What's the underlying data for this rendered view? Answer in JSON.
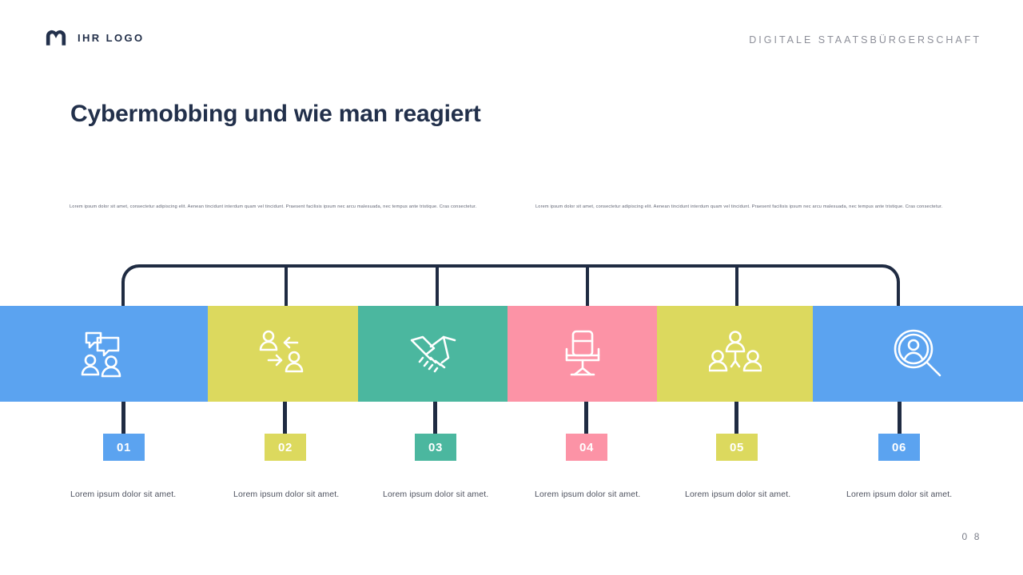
{
  "header": {
    "logo_icon": "logo-m-mark",
    "logo_text": "IHR LOGO",
    "right_label": "DIGITALE STAATSBÜRGERSCHAFT"
  },
  "title": "Cybermobbing und wie man reagiert",
  "intro_paragraphs": [
    "Lorem ipsum dolor sit amet, consectetur adipiscing elit. Aenean tincidunt interdum quam vel tincidunt. Praesent facilisis ipsum nec arcu malesuada, nec tempus ante tristique. Cras consectetur.",
    "Lorem ipsum dolor sit amet, consectetur adipiscing elit. Aenean tincidunt interdum quam vel tincidunt. Praesent facilisis ipsum nec arcu malesuada, nec tempus ante tristique. Cras consectetur."
  ],
  "colors": {
    "blue": "#5BA3F0",
    "yellow": "#DCD95E",
    "teal": "#4BB79F",
    "pink": "#FC93A6",
    "dark": "#1F2B42",
    "title": "#22304B"
  },
  "steps": [
    {
      "number": "01",
      "color": "#5BA3F0",
      "icon": "people-chat-icon",
      "caption": "Lorem ipsum dolor sit amet."
    },
    {
      "number": "02",
      "color": "#DCD95E",
      "icon": "people-exchange-icon",
      "caption": "Lorem ipsum dolor sit amet."
    },
    {
      "number": "03",
      "color": "#4BB79F",
      "icon": "handshake-icon",
      "caption": "Lorem ipsum dolor sit amet."
    },
    {
      "number": "04",
      "color": "#FC93A6",
      "icon": "office-chair-icon",
      "caption": "Lorem ipsum dolor sit amet."
    },
    {
      "number": "05",
      "color": "#DCD95E",
      "icon": "team-group-icon",
      "caption": "Lorem ipsum dolor sit amet."
    },
    {
      "number": "06",
      "color": "#5BA3F0",
      "icon": "person-search-icon",
      "caption": "Lorem ipsum dolor sit amet."
    }
  ],
  "page_number": "0 8"
}
